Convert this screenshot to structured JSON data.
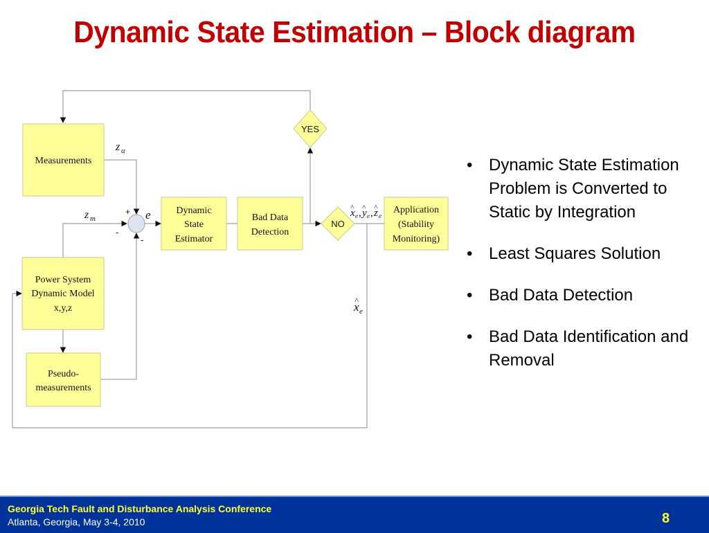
{
  "slide": {
    "title": "Dynamic State Estimation – Block diagram",
    "page_number": "8"
  },
  "colors": {
    "title": "#c00000",
    "block_fill": "#ffff99",
    "block_stroke": "#c8c88a",
    "line": "#a0a0a0",
    "junction_fill": "#dde3f0",
    "footer_bg": "#003399",
    "footer_accent": "#ffff33"
  },
  "diagram": {
    "blocks": {
      "measurements": "Measurements",
      "power_system_l1": "Power System",
      "power_system_l2": "Dynamic Model",
      "power_system_l3": "x,y,z",
      "pseudo_l1": "Pseudo-",
      "pseudo_l2": "measurements",
      "dse_l1": "Dynamic",
      "dse_l2": "State",
      "dse_l3": "Estimator",
      "bdd_l1": "Bad Data",
      "bdd_l2": "Detection",
      "app_l1": "Application",
      "app_l2": "(Stability",
      "app_l3": "Monitoring)"
    },
    "decisions": {
      "yes": "YES",
      "no": "NO"
    },
    "labels": {
      "z_alpha_base": "z",
      "z_alpha_sub": "α",
      "z_m_base": "z",
      "z_m_sub": "m",
      "error": "e",
      "plus": "+",
      "minus_left": "-",
      "minus_bottom": "-",
      "estimates_x": "x",
      "estimates_y": "y",
      "estimates_z": "z",
      "estimates_sub": "e",
      "hat": "^",
      "comma": ",",
      "feedback_x": "x",
      "feedback_sub": "e"
    }
  },
  "bullets": [
    "Dynamic State Estimation Problem is Converted to Static by Integration",
    "Least Squares Solution",
    "Bad Data Detection",
    "Bad Data Identification and Removal"
  ],
  "bullet_glyph": "•",
  "footer": {
    "conference": "Georgia Tech Fault and Disturbance Analysis Conference",
    "location_date": "Atlanta, Georgia, May 3-4, 2010"
  }
}
